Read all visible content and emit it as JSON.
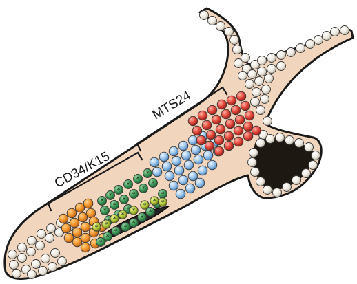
{
  "labels": {
    "cd34_k15": "CD34/K15",
    "mts24": "MTS24"
  },
  "colors": {
    "background": "#ffffff",
    "sheath": "#f1d5bd",
    "sheath_outline": "#1a1a1a",
    "cell_white": "#f4f1ea",
    "cell_orange": "#f2962c",
    "cell_green": "#3f9b5a",
    "cell_lime": "#b7cc3a",
    "cell_blue": "#9cc6ec",
    "cell_red": "#e2473a",
    "hair_shaft": "#222222",
    "dermal_papilla": "#1d1812"
  },
  "regions": [
    {
      "name": "bulb-and-lower-sheath",
      "color_key": "cell_white"
    },
    {
      "name": "orange-cell-cluster",
      "color_key": "cell_orange"
    },
    {
      "name": "green-stem-cell-cluster",
      "color_key": "cell_green",
      "marker": "*"
    },
    {
      "name": "lime-cell-ring",
      "color_key": "cell_lime"
    },
    {
      "name": "blue-cell-cluster",
      "color_key": "cell_blue"
    },
    {
      "name": "red-cell-cluster",
      "color_key": "cell_red"
    },
    {
      "name": "sebaceous-gland",
      "color_key": "dermal_papilla"
    }
  ]
}
